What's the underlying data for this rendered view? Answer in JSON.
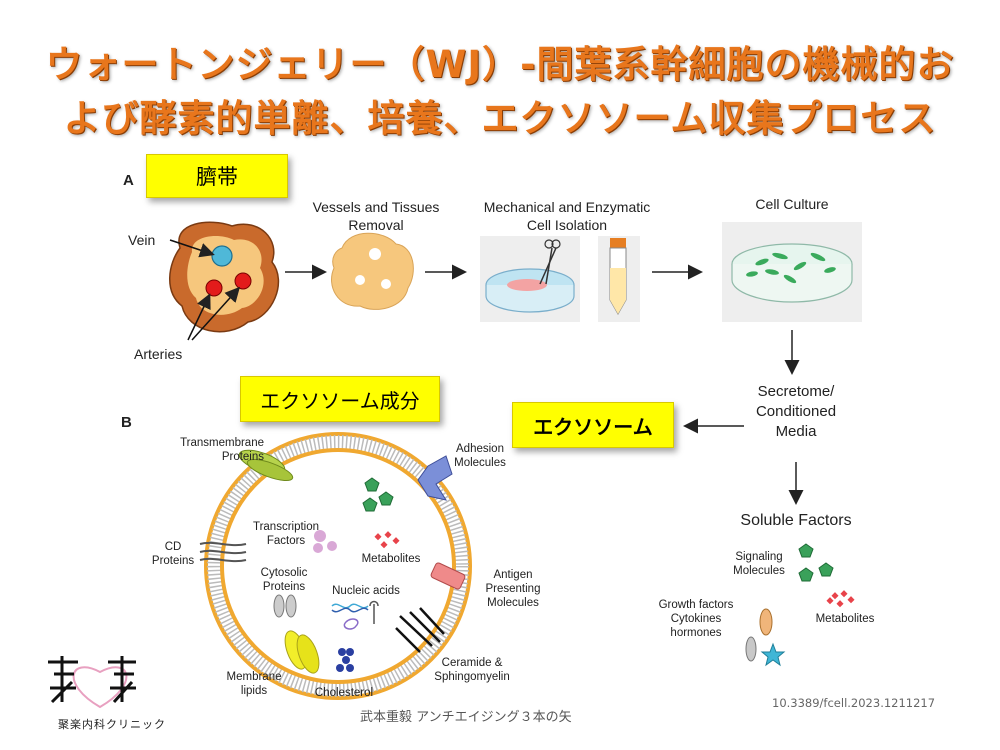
{
  "title": {
    "line1": "ウォートンジェリー（WJ）-間葉系幹細胞の機械的お",
    "line2": "よび酵素的単離、培養、エクソソーム収集プロセス"
  },
  "panel_a": {
    "letter": "A",
    "badge": "臍帯",
    "vein": "Vein",
    "arteries": "Arteries",
    "step_removal": [
      "Vessels and Tissues",
      "Removal"
    ],
    "step_isolation": [
      "Mechanical and Enzymatic",
      "Cell Isolation"
    ],
    "step_culture": "Cell Culture",
    "secretome": [
      "Secretome/",
      "Conditioned",
      "Media"
    ],
    "soluble": "Soluble Factors",
    "signaling": [
      "Signaling",
      "Molecules"
    ],
    "growth": [
      "Growth factors",
      "Cytokines",
      "hormones"
    ],
    "metabolites": "Metabolites"
  },
  "panel_b": {
    "letter": "B",
    "badge_components": "エクソソーム成分",
    "badge_exosome": "エクソソーム",
    "transmembrane": [
      "Transmembrane",
      "Proteins"
    ],
    "adhesion": [
      "Adhesion",
      "Molecules"
    ],
    "cd": [
      "CD",
      "Proteins"
    ],
    "transcription": [
      "Transcription",
      "Factors"
    ],
    "metabolites": "Metabolites",
    "cytosolic": [
      "Cytosolic",
      "Proteins"
    ],
    "nucleic": "Nucleic acids",
    "antigen": [
      "Antigen",
      "Presenting",
      "Molecules"
    ],
    "membrane_lipids": [
      "Membrane",
      "lipids"
    ],
    "cholesterol": "Cholesterol",
    "ceramide": [
      "Ceramide &",
      "Sphingomyelin"
    ]
  },
  "footer": {
    "logo_text": "聚楽内科クリニック",
    "author": "武本重毅 アンチエイジング３本の矢",
    "doi": "10.3389/fcell.2023.1211217"
  },
  "colors": {
    "title": "#e8761c",
    "badge": "#ffff00",
    "tissue": "#c96a2c",
    "tissue_inner": "#f6c77d",
    "vesicle": "#f0a830"
  }
}
